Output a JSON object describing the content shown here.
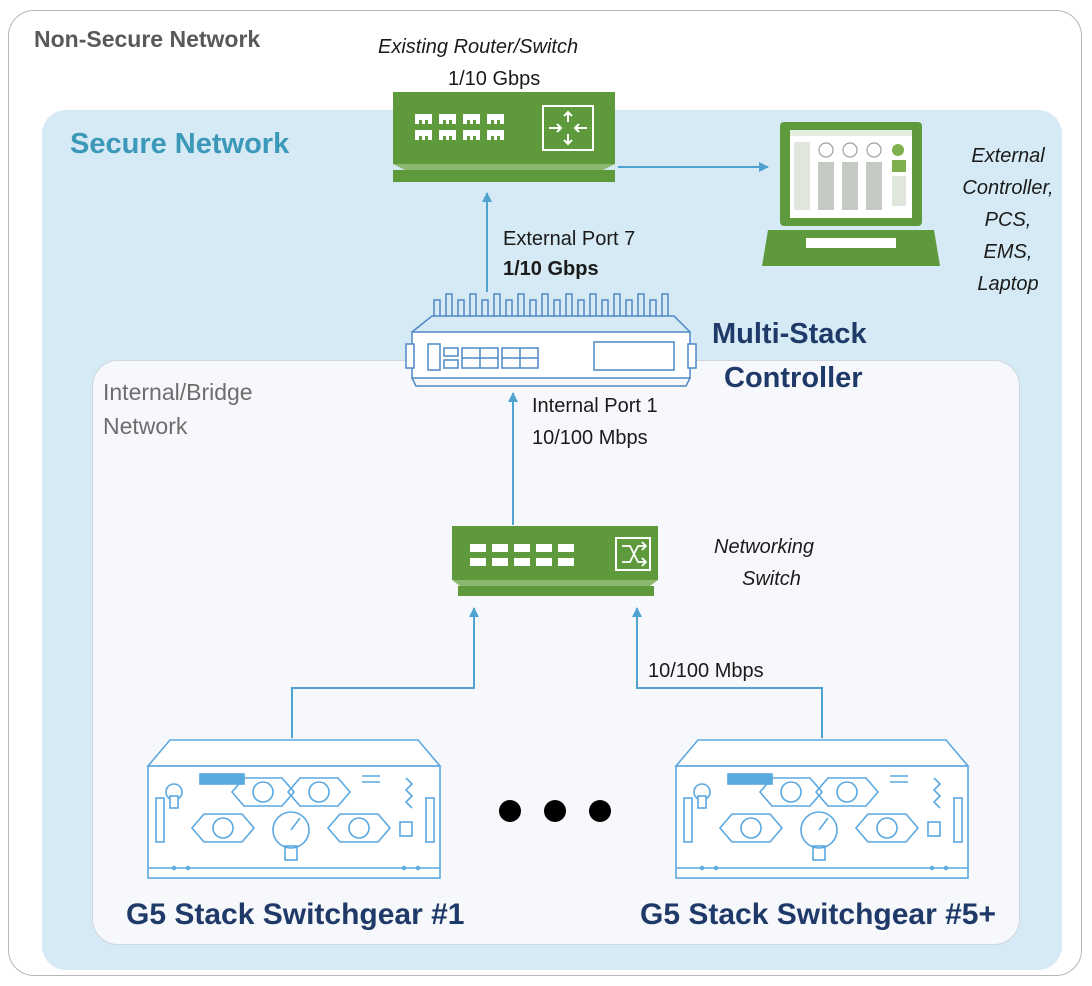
{
  "zones": {
    "non_secure": "Non-Secure Network",
    "secure": "Secure Network",
    "internal_line1": "Internal/Bridge",
    "internal_line2": "Network"
  },
  "router": {
    "line1": "Existing Router/Switch",
    "line2": "1/10 Gbps"
  },
  "external_controller": {
    "lines": [
      "External",
      "Controller,",
      "PCS,",
      "EMS,",
      "Laptop"
    ]
  },
  "external_link": {
    "line1": "External Port 7",
    "line2": "1/10 Gbps"
  },
  "controller": {
    "line1": "Multi-Stack",
    "line2": "Controller"
  },
  "internal_link": {
    "line1": "Internal Port 1",
    "line2": "10/100 Mbps"
  },
  "networking_switch": {
    "line1": "Networking",
    "line2": "Switch"
  },
  "switchgear_link": "10/100 Mbps",
  "switchgear": {
    "first": "G5 Stack Switchgear #1",
    "last": "G5 Stack Switchgear #5+"
  },
  "colors": {
    "device_green": "#5e9a3c",
    "wire_blue": "#4fa3cf",
    "gear_blue": "#5aa8e0",
    "title_navy": "#1f3a68",
    "secure_teal": "#3c98b9"
  },
  "icons": [
    "router-icon",
    "laptop-icon",
    "controller-icon",
    "switch-icon",
    "switchgear-icon"
  ]
}
